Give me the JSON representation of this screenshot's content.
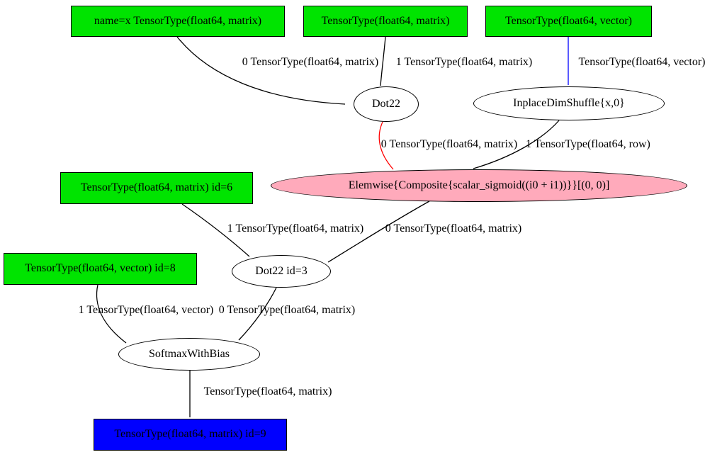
{
  "graph": {
    "type": "computation-graph",
    "renderer": "graphviz-style directed graph",
    "colors": {
      "input_fill": "#00e400",
      "output_fill": "#0000ff",
      "inplace_op_fill": "#ffaabb",
      "op_fill": "#ffffff",
      "edge_default": "#000000",
      "edge_red": "#ff0000",
      "edge_blue": "#0000ff",
      "background": "#ffffff"
    },
    "nodes": {
      "input_x": {
        "label": "name=x TensorType(float64, matrix)",
        "shape": "box",
        "fill": "#00e400"
      },
      "input_w": {
        "label": "TensorType(float64, matrix)",
        "shape": "box",
        "fill": "#00e400"
      },
      "input_b": {
        "label": "TensorType(float64, vector)",
        "shape": "box",
        "fill": "#00e400"
      },
      "dot22": {
        "label": "Dot22",
        "shape": "ellipse",
        "fill": "#ffffff"
      },
      "dimshuffle": {
        "label": "InplaceDimShuffle{x,0}",
        "shape": "ellipse",
        "fill": "#ffffff"
      },
      "elemwise": {
        "label": "Elemwise{Composite{scalar_sigmoid((i0 + i1))}}[(0, 0)]",
        "shape": "ellipse",
        "fill": "#ffaabb"
      },
      "input_id6": {
        "label": "TensorType(float64, matrix) id=6",
        "shape": "box",
        "fill": "#00e400"
      },
      "dot22_id3": {
        "label": "Dot22 id=3",
        "shape": "ellipse",
        "fill": "#ffffff"
      },
      "input_id8": {
        "label": "TensorType(float64, vector) id=8",
        "shape": "box",
        "fill": "#00e400"
      },
      "softmax": {
        "label": "SoftmaxWithBias",
        "shape": "ellipse",
        "fill": "#ffffff"
      },
      "output_id9": {
        "label": "TensorType(float64, matrix) id=9",
        "shape": "box",
        "fill": "#0000ff"
      }
    },
    "edges": [
      {
        "from": "input_x",
        "to": "dot22",
        "label": "0 TensorType(float64, matrix)",
        "color": "#000000"
      },
      {
        "from": "input_w",
        "to": "dot22",
        "label": "1 TensorType(float64, matrix)",
        "color": "#000000"
      },
      {
        "from": "input_b",
        "to": "dimshuffle",
        "label": "TensorType(float64, vector)",
        "color": "#0000ff"
      },
      {
        "from": "dot22",
        "to": "elemwise",
        "label": "0 TensorType(float64, matrix)",
        "color": "#ff0000"
      },
      {
        "from": "dimshuffle",
        "to": "elemwise",
        "label": "1 TensorType(float64, row)",
        "color": "#000000"
      },
      {
        "from": "input_id6",
        "to": "dot22_id3",
        "label": "1 TensorType(float64, matrix)",
        "color": "#000000"
      },
      {
        "from": "elemwise",
        "to": "dot22_id3",
        "label": "0 TensorType(float64, matrix)",
        "color": "#000000"
      },
      {
        "from": "input_id8",
        "to": "softmax",
        "label": "1 TensorType(float64, vector)",
        "color": "#000000"
      },
      {
        "from": "dot22_id3",
        "to": "softmax",
        "label": "0 TensorType(float64, matrix)",
        "color": "#000000"
      },
      {
        "from": "softmax",
        "to": "output_id9",
        "label": "TensorType(float64, matrix)",
        "color": "#000000"
      }
    ]
  }
}
